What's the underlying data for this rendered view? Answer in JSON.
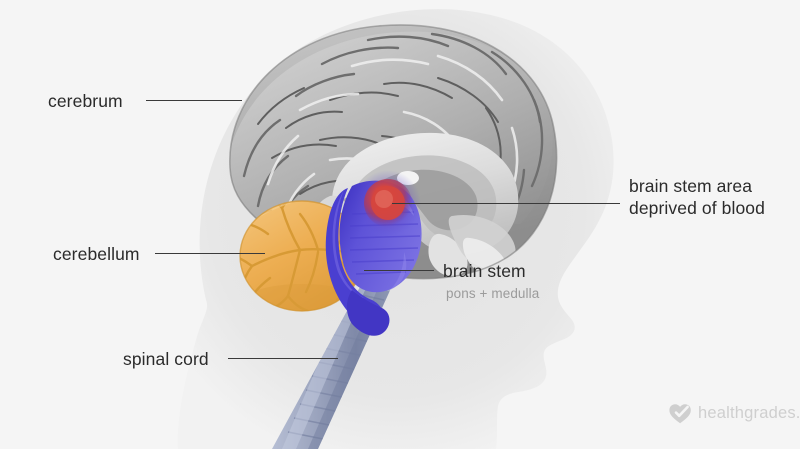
{
  "figure": {
    "background_color": "#f5f5f5",
    "head_silhouette_color": "#e6e6e6",
    "label_text_color": "#2b2b2b",
    "sublabel_text_color": "#9b9b9b",
    "leader_line_color": "#3a3a3a"
  },
  "labels": {
    "cerebrum": "cerebrum",
    "cerebellum": "cerebellum",
    "spinal_cord": "spinal cord",
    "brain_stem": "brain stem",
    "brain_stem_sub": "pons + medulla",
    "deprived_line1": "brain stem area",
    "deprived_line2": "deprived of blood"
  },
  "structures": {
    "cerebrum": {
      "name": "cerebrum",
      "color": "#a8a8a8"
    },
    "cerebellum": {
      "name": "cerebellum",
      "color": "#eeac4d"
    },
    "brain_stem": {
      "name": "brain stem",
      "color": "#5a4fd4"
    },
    "deprived_area": {
      "name": "brain stem area deprived of blood",
      "color": "#d6453e"
    },
    "spinal_cord": {
      "name": "spinal cord",
      "color": "#9aa5c4"
    }
  },
  "branding": {
    "wordmark": "healthgrades.",
    "color": "#cfcfcf"
  }
}
